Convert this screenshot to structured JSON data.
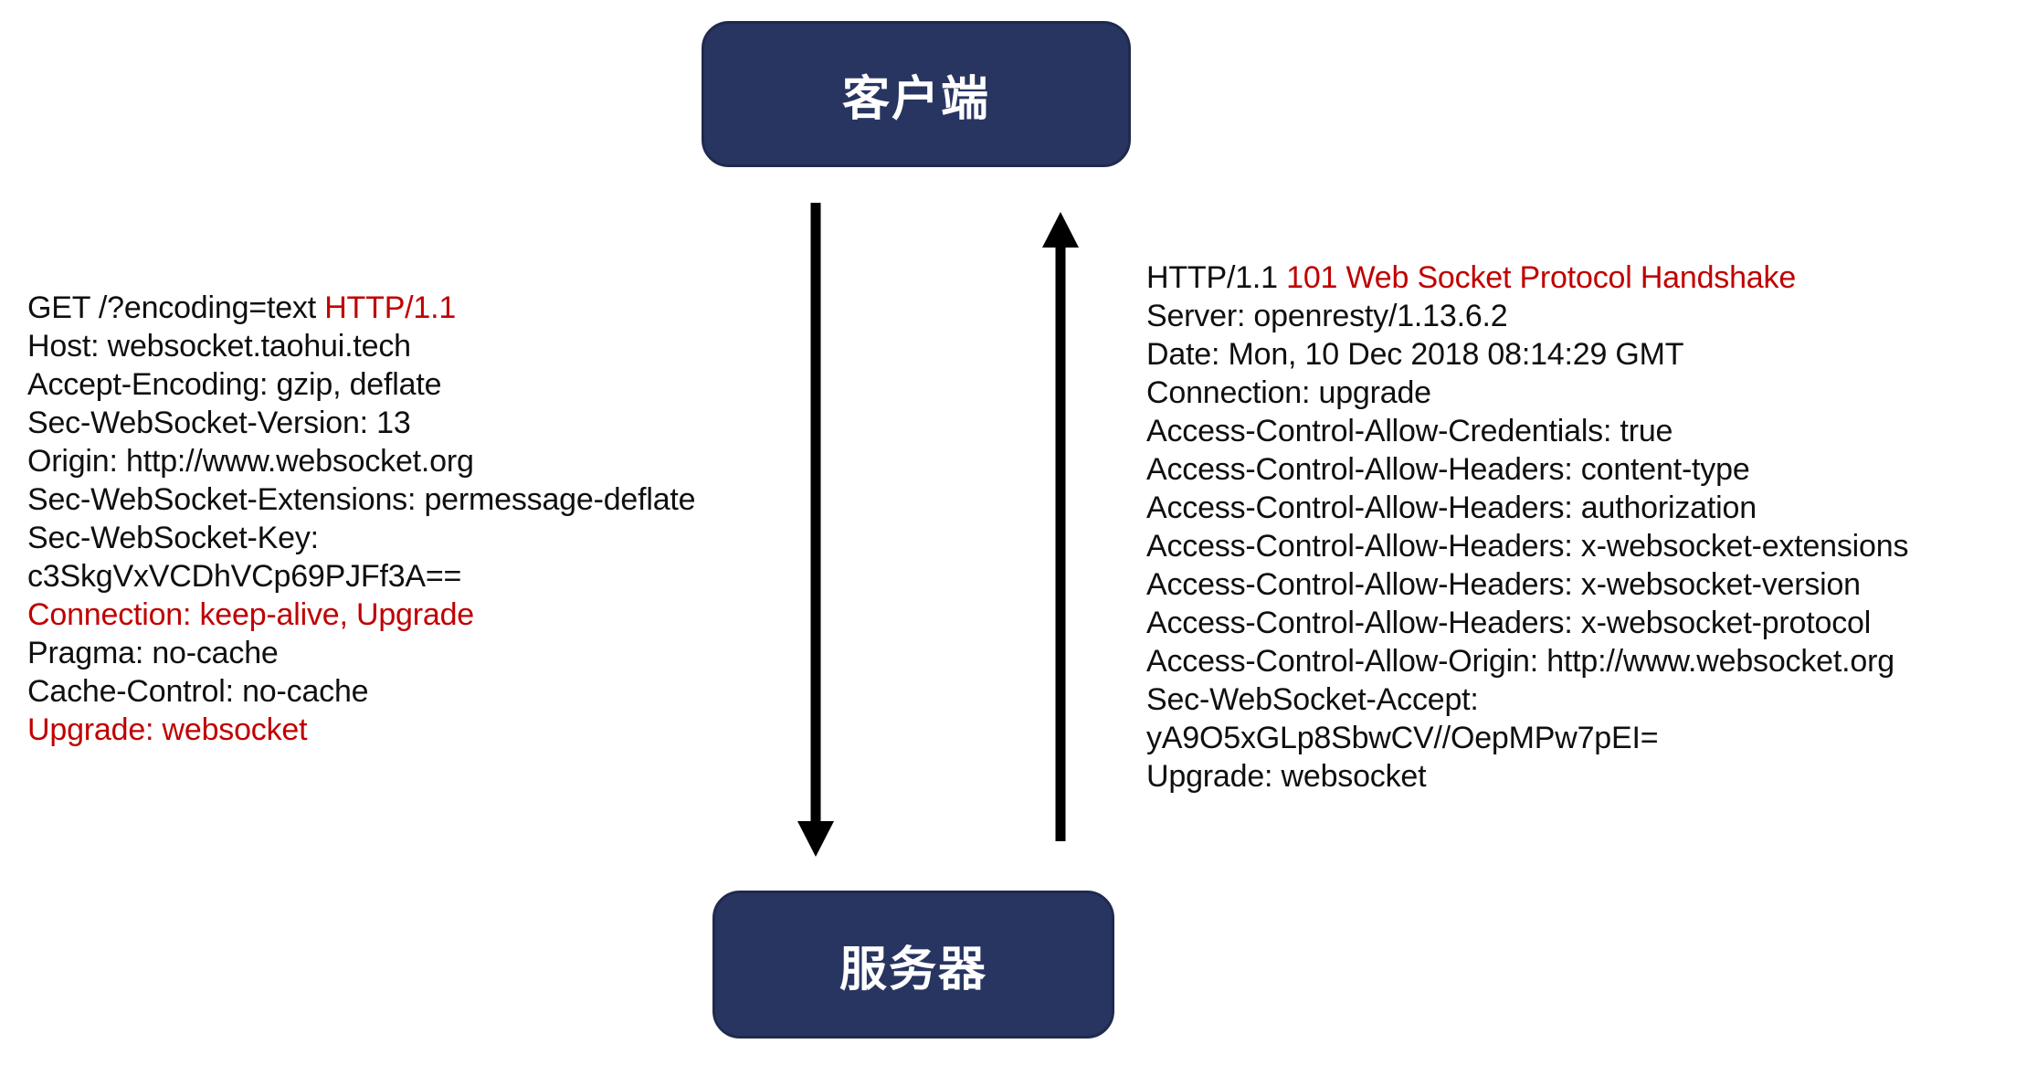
{
  "diagram": {
    "description": "WebSocket protocol handshake between client and server",
    "client_label": "客户端",
    "server_label": "服务器",
    "colors": {
      "node_fill": "#283561",
      "node_border": "#1f2a4e",
      "node_text": "#ffffff",
      "header_text": "#0f0f0f",
      "accent_red": "#c00000",
      "arrow": "#000000",
      "background": "#ffffff"
    },
    "request": {
      "lines": [
        [
          {
            "t": "GET /?encoding=text ",
            "c": "black"
          },
          {
            "t": "HTTP/1.1",
            "c": "red"
          }
        ],
        [
          {
            "t": "Host: websocket.taohui.tech",
            "c": "black"
          }
        ],
        [
          {
            "t": "Accept-Encoding: gzip, deflate",
            "c": "black"
          }
        ],
        [
          {
            "t": "Sec-WebSocket-Version: 13",
            "c": "black"
          }
        ],
        [
          {
            "t": "Origin: http://www.websocket.org",
            "c": "black"
          }
        ],
        [
          {
            "t": "Sec-WebSocket-Extensions: permessage-deflate",
            "c": "black"
          }
        ],
        [
          {
            "t": "Sec-WebSocket-Key:",
            "c": "black"
          }
        ],
        [
          {
            "t": "c3SkgVxVCDhVCp69PJFf3A==",
            "c": "black"
          }
        ],
        [
          {
            "t": "Connection: keep-alive, Upgrade",
            "c": "red"
          }
        ],
        [
          {
            "t": "Pragma: no-cache",
            "c": "black"
          }
        ],
        [
          {
            "t": "Cache-Control: no-cache",
            "c": "black"
          }
        ],
        [
          {
            "t": "Upgrade: websocket",
            "c": "red"
          }
        ]
      ]
    },
    "response": {
      "lines": [
        [
          {
            "t": "HTTP/1.1 ",
            "c": "black"
          },
          {
            "t": "101 Web Socket Protocol Handshake",
            "c": "red"
          }
        ],
        [
          {
            "t": "Server: openresty/1.13.6.2",
            "c": "black"
          }
        ],
        [
          {
            "t": "Date: Mon, 10 Dec 2018 08:14:29 GMT",
            "c": "black"
          }
        ],
        [
          {
            "t": "Connection: upgrade",
            "c": "black"
          }
        ],
        [
          {
            "t": "Access-Control-Allow-Credentials: true",
            "c": "black"
          }
        ],
        [
          {
            "t": "Access-Control-Allow-Headers: content-type",
            "c": "black"
          }
        ],
        [
          {
            "t": "Access-Control-Allow-Headers: authorization",
            "c": "black"
          }
        ],
        [
          {
            "t": "Access-Control-Allow-Headers: x-websocket-extensions",
            "c": "black"
          }
        ],
        [
          {
            "t": "Access-Control-Allow-Headers: x-websocket-version",
            "c": "black"
          }
        ],
        [
          {
            "t": "Access-Control-Allow-Headers: x-websocket-protocol",
            "c": "black"
          }
        ],
        [
          {
            "t": "Access-Control-Allow-Origin: http://www.websocket.org",
            "c": "black"
          }
        ],
        [
          {
            "t": "Sec-WebSocket-Accept:",
            "c": "black"
          }
        ],
        [
          {
            "t": "yA9O5xGLp8SbwCV//OepMPw7pEI=",
            "c": "black"
          }
        ],
        [
          {
            "t": "Upgrade: websocket",
            "c": "black"
          }
        ]
      ]
    }
  }
}
